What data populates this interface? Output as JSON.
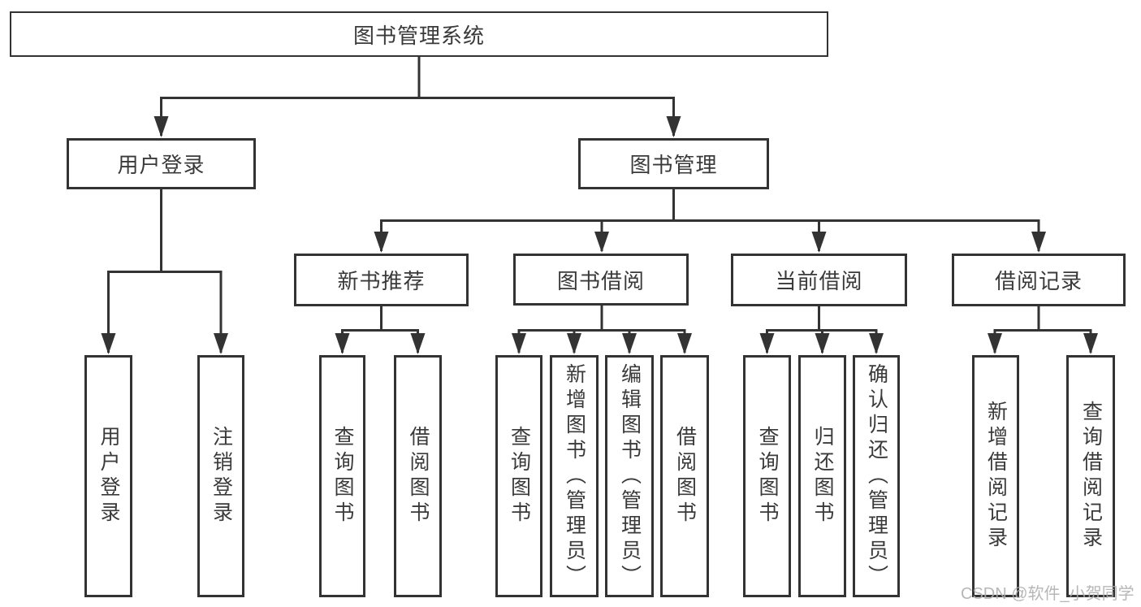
{
  "tree": {
    "label": "图书管理系统",
    "children": [
      {
        "label": "用户登录",
        "children": [
          {
            "label": "用户登录"
          },
          {
            "label": "注销登录"
          }
        ]
      },
      {
        "label": "图书管理",
        "children": [
          {
            "label": "新书推荐",
            "children": [
              {
                "label": "查询图书"
              },
              {
                "label": "借阅图书"
              }
            ]
          },
          {
            "label": "图书借阅",
            "children": [
              {
                "label": "查询图书"
              },
              {
                "label": "新增图书（管理员）"
              },
              {
                "label": "编辑图书（管理员）"
              },
              {
                "label": "借阅图书"
              }
            ]
          },
          {
            "label": "当前借阅",
            "children": [
              {
                "label": "查询图书"
              },
              {
                "label": "归还图书"
              },
              {
                "label": "确认归还（管理员）"
              }
            ]
          },
          {
            "label": "借阅记录",
            "children": [
              {
                "label": "新增借阅记录"
              },
              {
                "label": "查询借阅记录"
              }
            ]
          }
        ]
      }
    ]
  },
  "watermark": {
    "text": "CSDN @软件_小贺同学"
  },
  "colors": {
    "line": "#333333",
    "box_border": "#333333",
    "text": "#3a3a3a",
    "background": "#ffffff",
    "watermark": "#afafaf"
  }
}
